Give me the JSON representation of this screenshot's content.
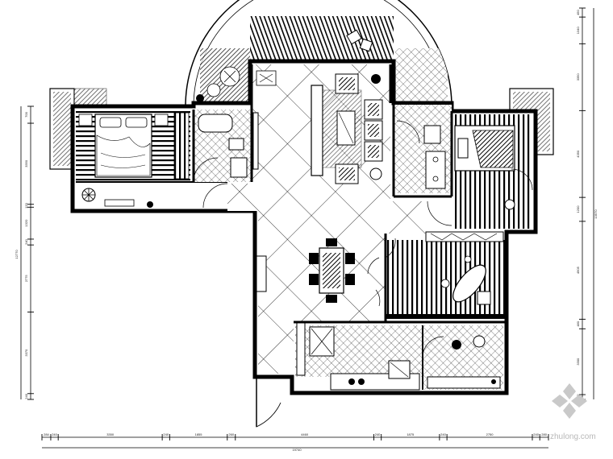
{
  "drawing": {
    "bottom_dimensions": [
      "284",
      "240",
      "3350",
      "240",
      "1855",
      "260",
      "4460",
      "240",
      "1875",
      "240",
      "2750",
      "240",
      "280"
    ],
    "bottom_total": "19740",
    "left_dimensions": [
      "700",
      "3350",
      "120",
      "1320",
      "240",
      "2775",
      "3370",
      "240"
    ],
    "left_total": "12770",
    "right_dimensions": [
      "450",
      "1340",
      "3350",
      "4350",
      "1200",
      "4905",
      "480",
      "3300",
      "240"
    ],
    "right_total": "13570"
  },
  "watermark": {
    "text": "zhulong.com"
  },
  "colors": {
    "line": "#000000",
    "paper": "#ffffff",
    "watermark": "#c0c0c0"
  }
}
